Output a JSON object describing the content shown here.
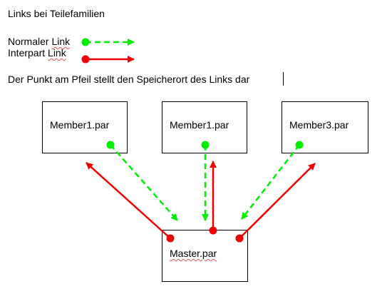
{
  "title": "Links bei Teilefamilien",
  "legend": {
    "normal_prefix": "Normaler ",
    "normal_word": "Link",
    "interpart_prefix": "Interpart ",
    "interpart_word": "Link"
  },
  "note": "Der Punkt am Pfeil stellt den Speicherort des Links dar",
  "boxes": {
    "member_a": "Member1.par",
    "member_b": "Member1.par",
    "member_c": "Member3.par",
    "master": "Master.par"
  },
  "colors": {
    "normal_link": "#00ee00",
    "interpart_link": "#ee0000",
    "box_border": "#000000"
  }
}
